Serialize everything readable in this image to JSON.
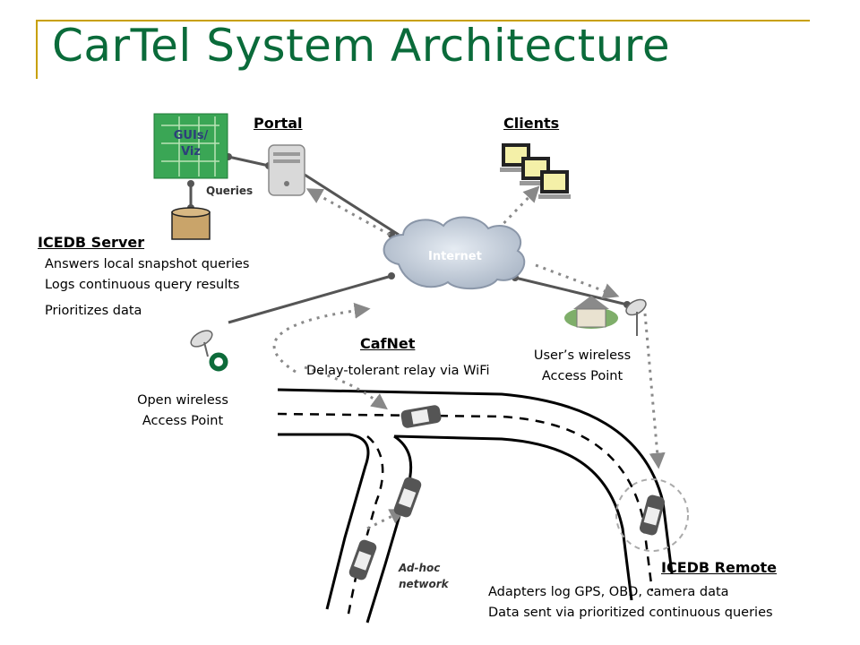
{
  "title": "CarTel System Architecture",
  "labels": {
    "portal": "Portal",
    "clients": "Clients",
    "icedb_server": "ICEDB Server",
    "cafnet": "CafNet",
    "icedb_remote": "ICEDB Remote",
    "guis_viz_line1": "GUIs/",
    "guis_viz_line2": "Viz",
    "queries": "Queries",
    "internet": "Internet",
    "adhoc_line1": "Ad-hoc",
    "adhoc_line2": "network"
  },
  "icedb_server_notes": [
    "Answers local snapshot queries",
    "Logs continuous query results",
    "Prioritizes data"
  ],
  "cafnet_note": "Delay-tolerant relay via WiFi",
  "open_ap": {
    "line1": "Open wireless",
    "line2": "Access Point"
  },
  "user_ap": {
    "line1": "User’s wireless",
    "line2": "Access Point"
  },
  "icedb_remote_notes": [
    "Adapters log GPS, OBD, camera data",
    "Data sent via prioritized continuous queries"
  ],
  "colors": {
    "title": "#0a6b3a",
    "frame": "#c8a000",
    "link": "#555555",
    "dotted": "#8a8a8a"
  }
}
